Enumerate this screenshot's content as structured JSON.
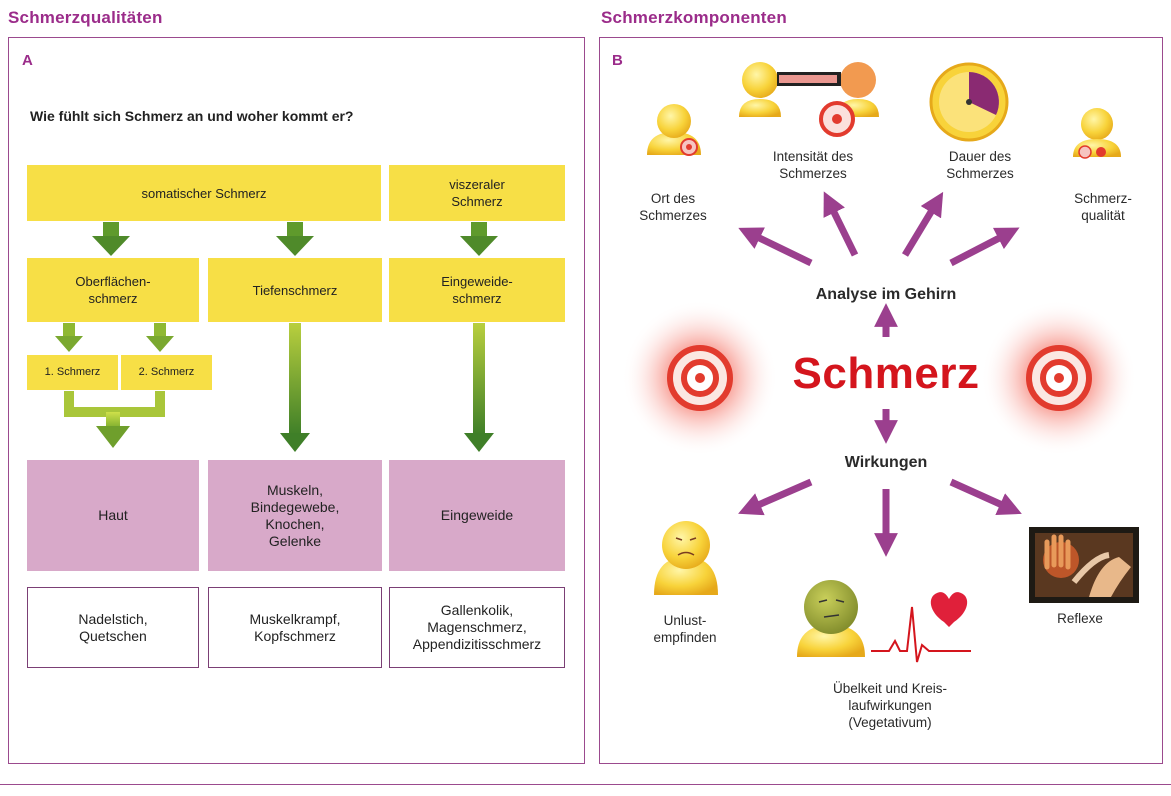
{
  "left": {
    "title": "Schmerzqualitäten",
    "letter": "A",
    "question": "Wie fühlt sich Schmerz an und woher kommt er?",
    "somatic": "somatischer Schmerz",
    "visceral": [
      "viszeraler",
      "Schmerz"
    ],
    "oberflaeche": [
      "Oberflächen-",
      "schmerz"
    ],
    "tiefen": "Tiefenschmerz",
    "eingeweide_schmerz": [
      "Eingeweide-",
      "schmerz"
    ],
    "schmerz1": "1. Schmerz",
    "schmerz2": "2. Schmerz",
    "haut": "Haut",
    "muskeln": [
      "Muskeln,",
      "Bindegewebe,",
      "Knochen,",
      "Gelenke"
    ],
    "eingeweide": "Eingeweide",
    "ex_haut": [
      "Nadelstich,",
      "Quetschen"
    ],
    "ex_muskeln": [
      "Muskelkrampf,",
      "Kopfschmerz"
    ],
    "ex_eingeweide": [
      "Gallenkolik,",
      "Magenschmerz,",
      "Appendizitisschmerz"
    ]
  },
  "right": {
    "title": "Schmerzkomponenten",
    "letter": "B",
    "ort": [
      "Ort des",
      "Schmerzes"
    ],
    "intensitaet": [
      "Intensität des",
      "Schmerzes"
    ],
    "dauer": [
      "Dauer des",
      "Schmerzes"
    ],
    "qualitaet": [
      "Schmerz-",
      "qualität"
    ],
    "analyse": "Analyse im Gehirn",
    "schmerz": "Schmerz",
    "wirkungen": "Wirkungen",
    "unlust": [
      "Unlust-",
      "empfinden"
    ],
    "uebelkeit": [
      "Übelkeit und Kreis-",
      "laufwirkungen",
      "(Vegetativum)"
    ],
    "reflexe": "Reflexe"
  },
  "colors": {
    "accent": "#9b2c8a",
    "yellow_box": "#f7df46",
    "purple_box": "#d8a9c9",
    "arrow_purple": "#9b3f8e",
    "schmerz_red": "#d4151d",
    "arrow_green_dark": "#4f8a2a",
    "arrow_green_light": "#a9c63a"
  }
}
